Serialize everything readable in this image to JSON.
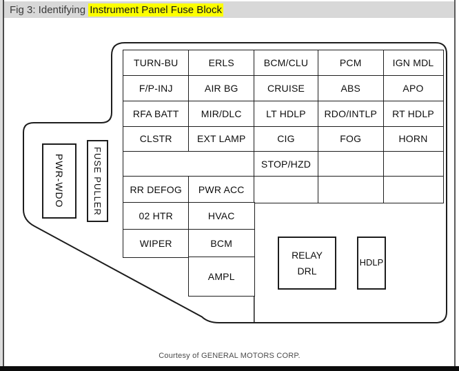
{
  "page": {
    "title_prefix": "Fig 3: Identifying ",
    "title_highlight": "Instrument Panel Fuse Block",
    "courtesy": "Courtesy of GENERAL MOTORS CORP."
  },
  "colors": {
    "highlight": "#fcff00",
    "title_band": "#d8d8d8",
    "line_ink": "#1c1c1c"
  },
  "fuse_block": {
    "grid_cells": [
      {
        "r": 0,
        "c": 0,
        "label": "TURN-BU"
      },
      {
        "r": 0,
        "c": 1,
        "label": "ERLS"
      },
      {
        "r": 0,
        "c": 2,
        "label": "BCM/CLU"
      },
      {
        "r": 0,
        "c": 3,
        "label": "PCM"
      },
      {
        "r": 0,
        "c": 4,
        "label": "IGN MDL"
      },
      {
        "r": 1,
        "c": 0,
        "label": "F/P-INJ"
      },
      {
        "r": 1,
        "c": 1,
        "label": "AIR BG"
      },
      {
        "r": 1,
        "c": 2,
        "label": "CRUISE"
      },
      {
        "r": 1,
        "c": 3,
        "label": "ABS"
      },
      {
        "r": 1,
        "c": 4,
        "label": "APO"
      },
      {
        "r": 2,
        "c": 0,
        "label": "RFA BATT"
      },
      {
        "r": 2,
        "c": 1,
        "label": "MIR/DLC"
      },
      {
        "r": 2,
        "c": 2,
        "label": "LT HDLP"
      },
      {
        "r": 2,
        "c": 3,
        "label": "RDO/INTLP"
      },
      {
        "r": 2,
        "c": 4,
        "label": "RT HDLP"
      },
      {
        "r": 3,
        "c": 0,
        "label": "CLSTR"
      },
      {
        "r": 3,
        "c": 1,
        "label": "EXT LAMP"
      },
      {
        "r": 3,
        "c": 2,
        "label": "CIG"
      },
      {
        "r": 3,
        "c": 3,
        "label": "FOG"
      },
      {
        "r": 3,
        "c": 4,
        "label": "HORN"
      },
      {
        "r": 4,
        "c": 0,
        "span": 2,
        "label": ""
      },
      {
        "r": 4,
        "c": 2,
        "label": "STOP/HZD"
      },
      {
        "r": 4,
        "c": 3,
        "label": ""
      },
      {
        "r": 4,
        "c": 4,
        "label": ""
      },
      {
        "r": 5,
        "c": 0,
        "label": "RR DEFOG"
      },
      {
        "r": 5,
        "c": 1,
        "label": "PWR ACC"
      },
      {
        "r": 5,
        "c": 2,
        "label": ""
      },
      {
        "r": 5,
        "c": 3,
        "label": ""
      },
      {
        "r": 5,
        "c": 4,
        "label": ""
      },
      {
        "r": 6,
        "c": 0,
        "label": "02 HTR"
      },
      {
        "r": 6,
        "c": 1,
        "label": "HVAC"
      },
      {
        "r": 7,
        "c": 0,
        "label": "WIPER"
      },
      {
        "r": 7,
        "c": 1,
        "label": "BCM"
      },
      {
        "r": 8,
        "c": 1,
        "label": "AMPL"
      }
    ],
    "side_boxes": {
      "pwr_wdo": "PWR-WDO",
      "fuse_puller": "FUSE PULLER"
    },
    "relay_boxes": {
      "relay_line1": "RELAY",
      "relay_line2": "DRL",
      "hdlp": "HDLP"
    }
  }
}
